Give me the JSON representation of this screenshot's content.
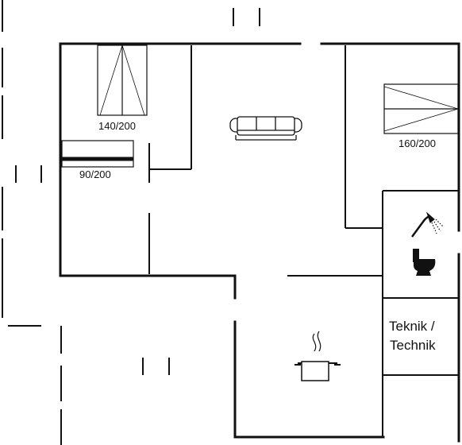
{
  "bed_labels": {
    "double_left": "140/200",
    "single": "90/200",
    "double_right": "160/200"
  },
  "utility_label": {
    "line1": "Teknik /",
    "line2": "Technik"
  },
  "icons": [
    "sofa-icon",
    "shower-icon",
    "toilet-icon",
    "cooking-pot-icon"
  ]
}
